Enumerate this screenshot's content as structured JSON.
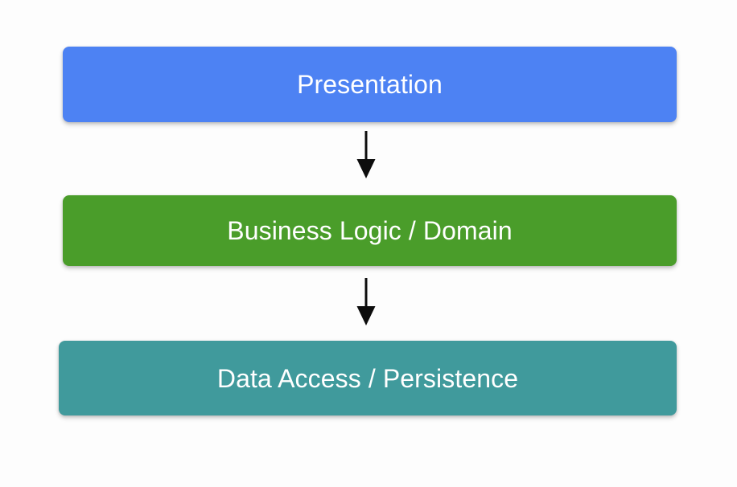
{
  "diagram": {
    "type": "layered-architecture-flow",
    "background_color": "#fdfdfd",
    "orientation": "top-to-bottom",
    "layers": [
      {
        "id": "presentation",
        "label": "Presentation",
        "color": "#4d82f3",
        "text_color": "#ffffff",
        "order": 1
      },
      {
        "id": "business-logic",
        "label": "Business Logic / Domain",
        "color": "#4a9d2a",
        "text_color": "#ffffff",
        "order": 2
      },
      {
        "id": "data-access",
        "label": "Data Access / Persistence",
        "color": "#409a9c",
        "text_color": "#ffffff",
        "order": 3
      }
    ],
    "connectors": [
      {
        "id": "arrow-presentation-to-business",
        "from": "presentation",
        "to": "business-logic",
        "style": "solid-arrow-down",
        "color": "#0d0d0d"
      },
      {
        "id": "arrow-business-to-data",
        "from": "business-logic",
        "to": "data-access",
        "style": "solid-arrow-down",
        "color": "#0d0d0d"
      }
    ]
  }
}
